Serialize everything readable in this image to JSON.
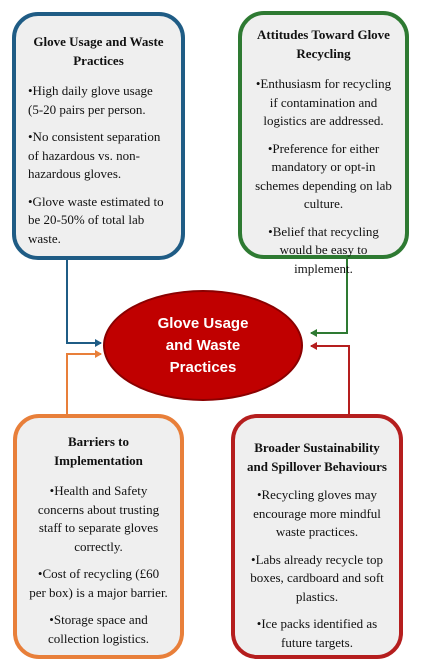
{
  "center": {
    "label": "Glove Usage and Waste Practices"
  },
  "boxes": {
    "top_left": {
      "title": "Glove Usage and Waste Practices",
      "color": "#1f5c85",
      "items": [
        "•High daily glove usage (5-20 pairs per person.",
        "•No consistent separation of hazardous vs. non-hazardous gloves.",
        "•Glove waste estimated to be 20-50% of total lab waste."
      ]
    },
    "top_right": {
      "title": "Attitudes Toward Glove Recycling",
      "color": "#2e7a32",
      "items": [
        "•Enthusiasm for recycling if contamination and logistics are addressed.",
        "•Preference for either mandatory or opt-in schemes depending on lab culture.",
        "•Belief that recycling would be easy to implement."
      ]
    },
    "bottom_left": {
      "title": "Barriers to Implementation",
      "color": "#e87f3a",
      "items": [
        "•Health and Safety concerns about trusting staff to separate gloves correctly.",
        "•Cost of recycling (£60 per box) is a major barrier.",
        "•Storage space and collection logistics."
      ]
    },
    "bottom_right": {
      "title": "Broader Sustainability and Spillover Behaviours",
      "color": "#b51e1e",
      "items": [
        "•Recycling gloves may encourage more mindful waste practices.",
        "•Labs already recycle top boxes, cardboard and soft plastics.",
        "•Ice packs identified as future targets."
      ]
    }
  }
}
